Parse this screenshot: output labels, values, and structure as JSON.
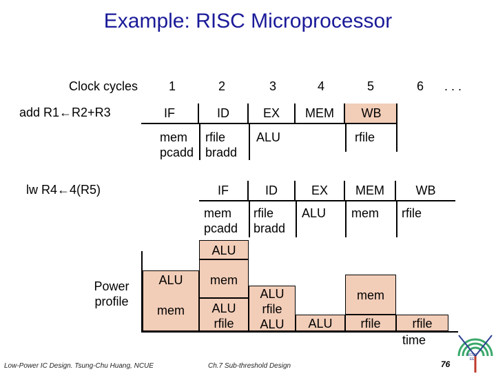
{
  "title": "Example: RISC Microprocessor",
  "clock_label": "Clock cycles",
  "clock_numbers": [
    "1",
    "2",
    "3",
    "4",
    "5",
    "6",
    ". . ."
  ],
  "instr1": {
    "label": "add R1←R2+R3",
    "stages": [
      "IF",
      "ID",
      "EX",
      "MEM",
      "WB"
    ],
    "res_if": "mem\npcadd",
    "res_id": "rfile\nbradd",
    "res_ex": "ALU",
    "res_wb": "rfile"
  },
  "instr2": {
    "label": "lw R4←4(R5)",
    "stages": [
      "IF",
      "ID",
      "EX",
      "MEM",
      "WB"
    ],
    "res_if": "mem\npcadd",
    "res_id": "rfile\nbradd",
    "res_ex": "ALU",
    "res_mem": "mem",
    "res_wb": "rfile"
  },
  "power": {
    "label": "Power\nprofile",
    "c1": "ALU\n\nmem",
    "c2_top": "ALU",
    "c2_mid": "mem",
    "c2_bot": "ALU\nrfile",
    "c3": "ALU\nrfile\nALU",
    "c4": "ALU",
    "c5_top": "mem",
    "c5_bot": "rfile",
    "c6": "rfile",
    "time_label": "time"
  },
  "footer": {
    "left": "Low-Power IC Design. Tsung-Chu Huang, NCUE",
    "center": "Ch.7 Sub-threshold Design",
    "page": "76"
  },
  "logo_text": "NCUE\nEE"
}
